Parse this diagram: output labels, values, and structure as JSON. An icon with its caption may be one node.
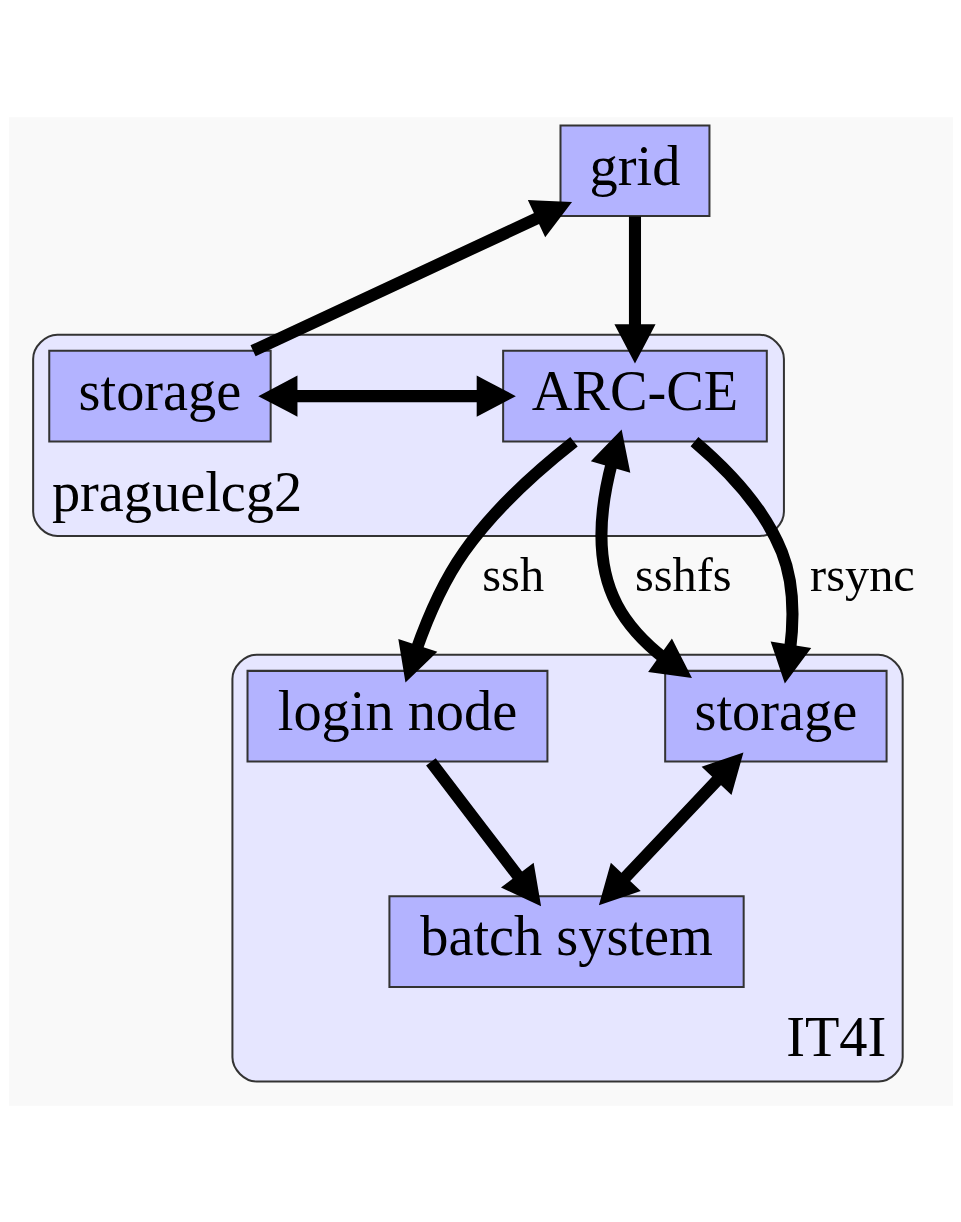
{
  "diagram": {
    "nodes": [
      {
        "text": [
          "grid"
        ]
      },
      {
        "text": [
          "praguelcg2"
        ]
      },
      {
        "text": [
          "storage"
        ],
        "in": 1
      },
      {
        "text": [
          "ARC-CE"
        ],
        "in": 1
      },
      {
        "text": [
          "IT4I"
        ]
      },
      {
        "text": [
          "login node"
        ],
        "in": 4
      },
      {
        "text": [
          "storage"
        ],
        "in": 4
      },
      {
        "text": [
          "batch system"
        ],
        "in": 4
      }
    ],
    "edges": [
      {
        "from": 2,
        "to": 0,
        "arrow": "to"
      },
      {
        "from": 0,
        "to": 3,
        "arrow": "to"
      },
      {
        "from": 2,
        "to": 3,
        "arrow": "both"
      },
      {
        "from": 3,
        "to": 5,
        "arrow": "to",
        "label": "ssh"
      },
      {
        "from": 3,
        "to": 6,
        "arrow": "both",
        "label": "sshfs"
      },
      {
        "from": 3,
        "to": 6,
        "arrow": "to",
        "label": "rsync"
      },
      {
        "from": 5,
        "to": 7,
        "arrow": "to"
      },
      {
        "from": 6,
        "to": 7,
        "arrow": "both"
      }
    ]
  }
}
